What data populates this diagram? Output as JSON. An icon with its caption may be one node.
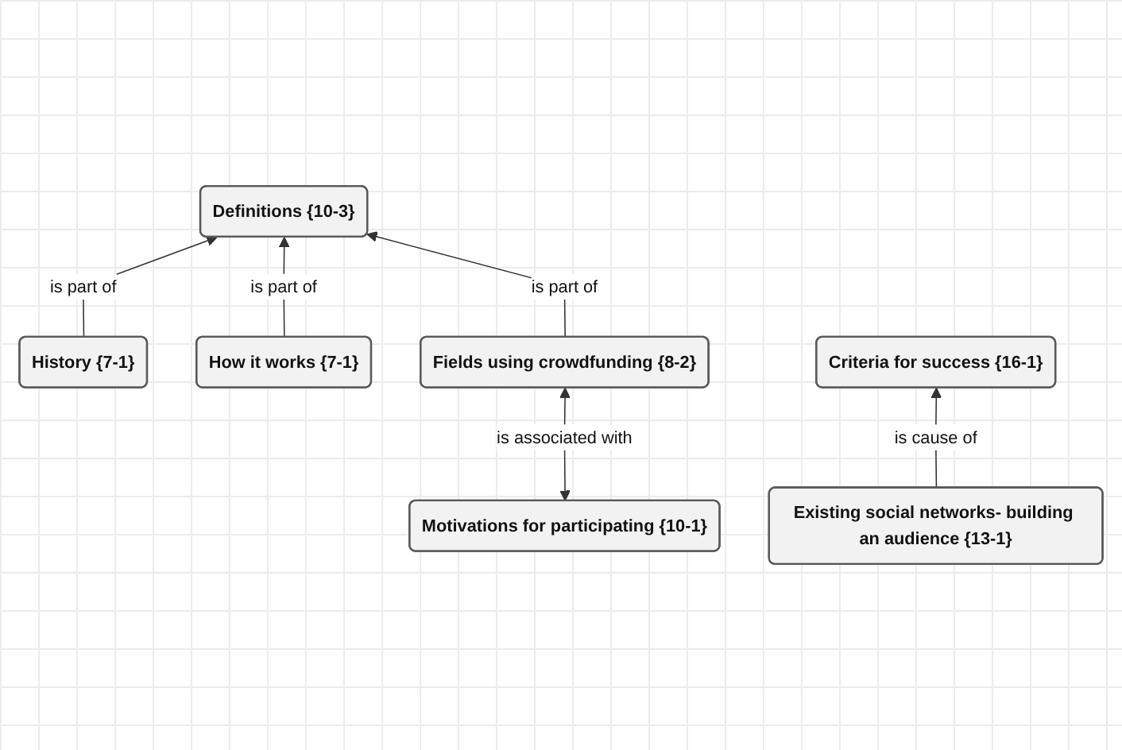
{
  "diagram": {
    "nodes": [
      {
        "text": [
          "Definitions {10-3}"
        ]
      },
      {
        "text": [
          "History {7-1}"
        ]
      },
      {
        "text": [
          "How it works {7-1}"
        ]
      },
      {
        "text": [
          "Fields using crowdfunding {8-2}"
        ]
      },
      {
        "text": [
          "Motivations for participating {10-1}"
        ]
      },
      {
        "text": [
          "Criteria for success {16-1}"
        ]
      },
      {
        "text": [
          "Existing social networks- building an audience {13-1}"
        ]
      }
    ],
    "edges": [
      {
        "from": 1,
        "to": 0,
        "label": "is part of",
        "arrow": "to"
      },
      {
        "from": 2,
        "to": 0,
        "label": "is part of",
        "arrow": "to"
      },
      {
        "from": 3,
        "to": 0,
        "label": "is part of",
        "arrow": "to"
      },
      {
        "from": 4,
        "to": 3,
        "label": "is associated with",
        "arrow": "both"
      },
      {
        "from": 6,
        "to": 5,
        "label": "is cause of",
        "arrow": "to"
      }
    ]
  }
}
